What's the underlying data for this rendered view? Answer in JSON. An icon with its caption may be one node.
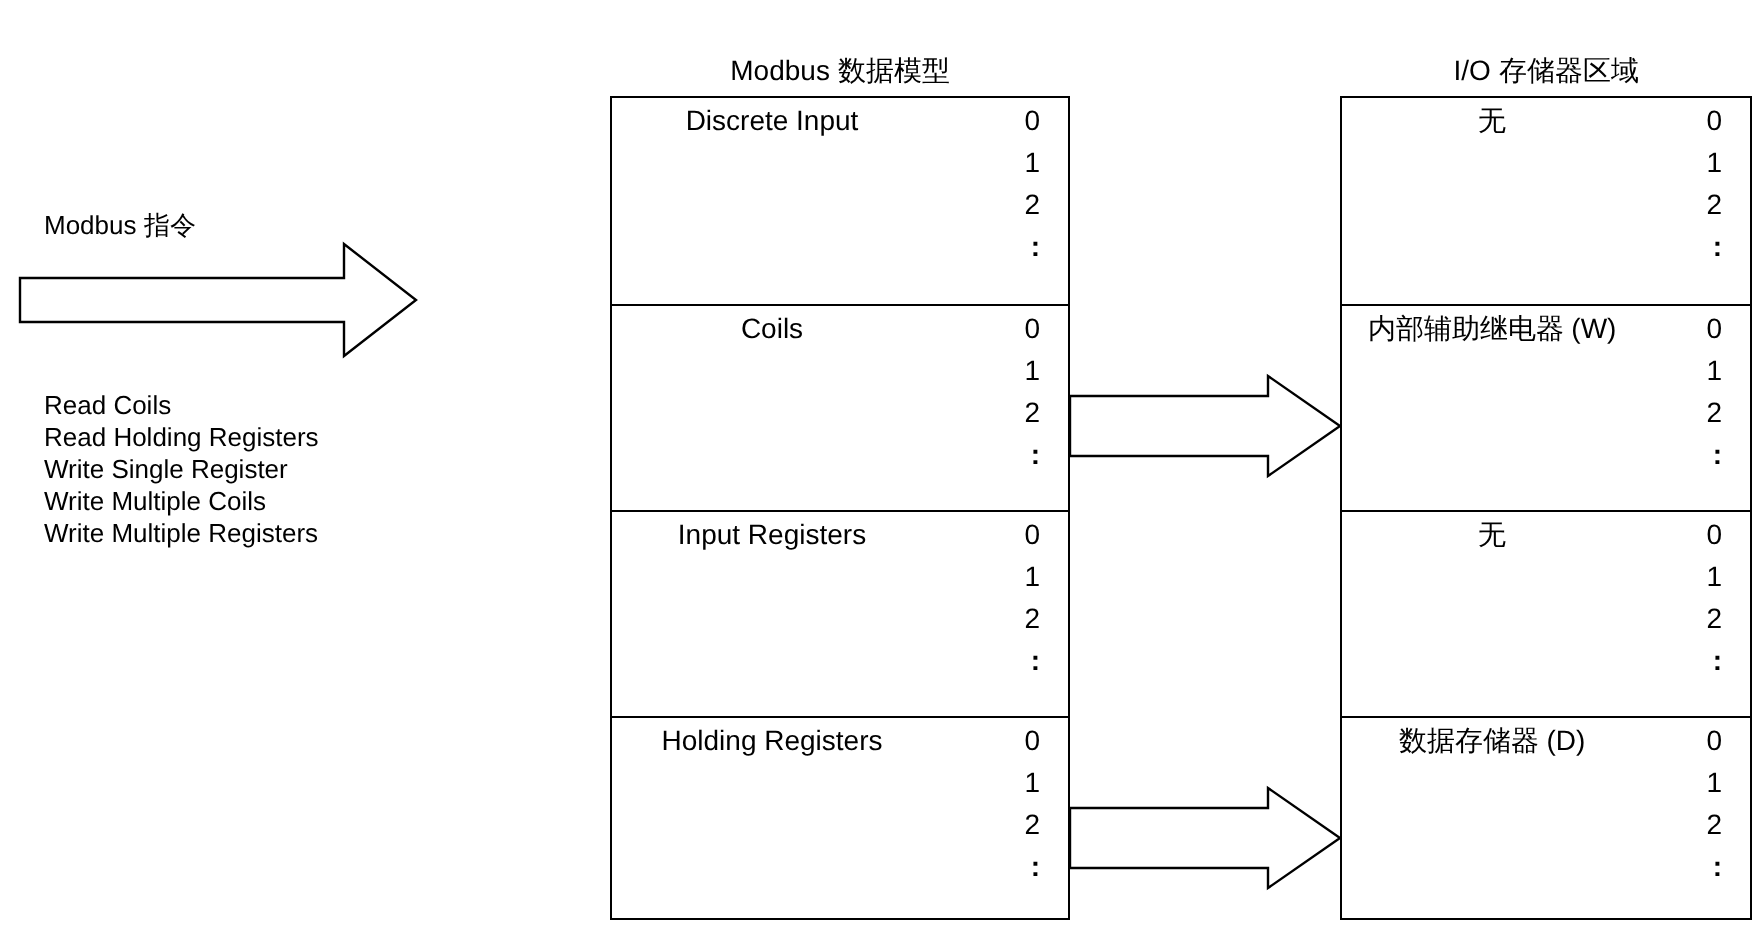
{
  "diagram": {
    "nodes": [
      {
        "text": [
          "Modbus 数据模型"
        ]
      },
      {
        "text": [
          "Discrete Input",
          "0",
          "1",
          "2",
          ":"
        ],
        "in": 0
      },
      {
        "text": [
          "Coils",
          "0",
          "1",
          "2",
          ":"
        ],
        "in": 0
      },
      {
        "text": [
          "Input Registers",
          "0",
          "1",
          "2",
          ":"
        ],
        "in": 0
      },
      {
        "text": [
          "Holding Registers",
          "0",
          "1",
          "2",
          ":"
        ],
        "in": 0
      },
      {
        "text": [
          "I/O 存储器区域"
        ]
      },
      {
        "text": [
          "无",
          "0",
          "1",
          "2",
          ":"
        ],
        "in": 5
      },
      {
        "text": [
          "内部辅助继电器 (W)",
          "0",
          "1",
          "2",
          ":"
        ],
        "in": 5
      },
      {
        "text": [
          "无",
          "0",
          "1",
          "2",
          ":"
        ],
        "in": 5
      },
      {
        "text": [
          "数据存储器 (D)",
          "0",
          "1",
          "2",
          ":"
        ],
        "in": 5
      }
    ],
    "edges": [
      {
        "from": 2,
        "to": 7,
        "arrow": "to"
      },
      {
        "from": 4,
        "to": 9,
        "arrow": "to"
      }
    ],
    "labels": [
      "Modbus 指令",
      "Read Coils",
      "Read Holding Registers",
      "Write Single Register",
      "Write Multiple Coils",
      "Write Multiple Registers"
    ]
  }
}
